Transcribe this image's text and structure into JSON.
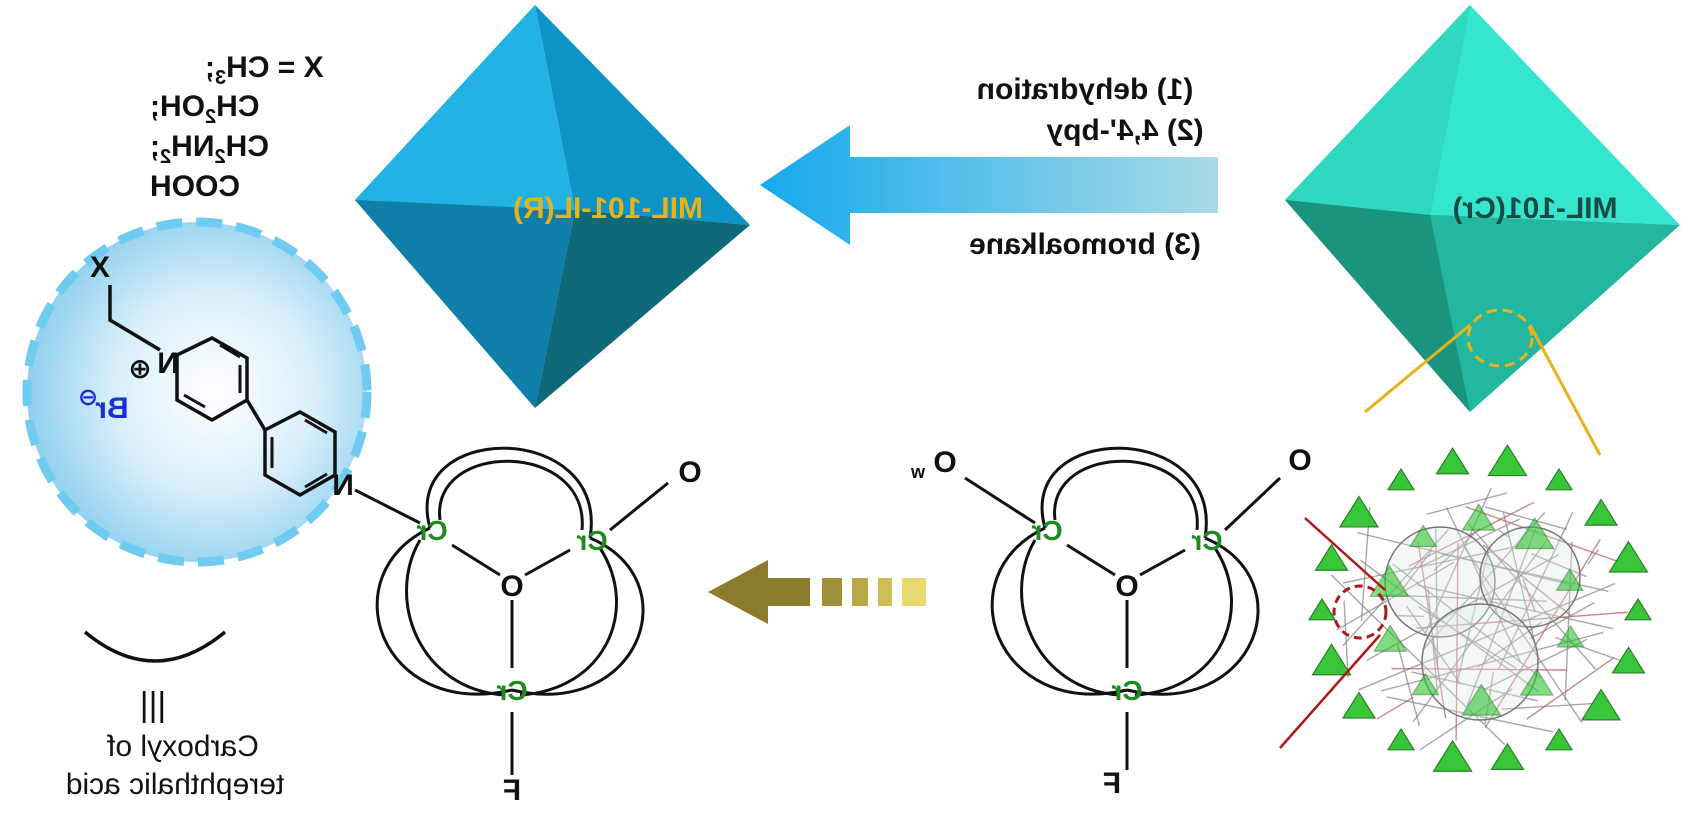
{
  "substituents": {
    "line1_prefix": "X = CH",
    "line1_sub": "3",
    "line1_suffix": ";",
    "line2_prefix": "CH",
    "line2_sub": "2",
    "line2_suffix": "OH;",
    "line3_prefix": "CH",
    "line3_sub": "2",
    "line3_mid": "NH",
    "line3_sub2": "2",
    "line3_suffix": ";",
    "line4": "COOH"
  },
  "ionic_liquid": {
    "x_label": "X",
    "n_plus": "N",
    "plus_symbol": "⊕",
    "n_pyridine": "N",
    "anion": "Br",
    "anion_charge": "⊖"
  },
  "carboxyl_note": {
    "equiv": "|||",
    "line1": "Carboxyl of",
    "line2": "terephthalic acid"
  },
  "octahedra": {
    "product_label": "MIL-101-IL(R)",
    "start_label": "MIL-101(Cr)"
  },
  "steps": {
    "step1": "(1) dehydration",
    "step2": "(2) 4,4'-bpy",
    "step3": "(3) bromoalkane"
  },
  "cluster_product": {
    "cr_top_left": "Cr",
    "cr_top_right": "Cr",
    "cr_bottom": "Cr",
    "center_o": "O",
    "o_terminal": "O",
    "f_terminal": "F"
  },
  "cluster_start": {
    "cr_top_left": "Cr",
    "cr_top_right": "Cr",
    "cr_bottom": "Cr",
    "center_o": "O",
    "o_terminal": "O",
    "ow_terminal": "O",
    "ow_sub": "w",
    "f_terminal": "F"
  },
  "colors": {
    "product_octa_light": "#2aaee0",
    "product_octa_dark": "#0f6f86",
    "start_octa_light": "#35e0c8",
    "start_octa_dark": "#1a9e86",
    "process_arrow": "#29b4ee",
    "cluster_arrow": "#8c8230",
    "cr_green": "#1f8a1f",
    "anion_blue": "#1a2fd0",
    "label_gold": "#e8b21a",
    "mof_green": "#2fc42f",
    "zoom_line": "#e8b21a",
    "red_line": "#b01818"
  }
}
